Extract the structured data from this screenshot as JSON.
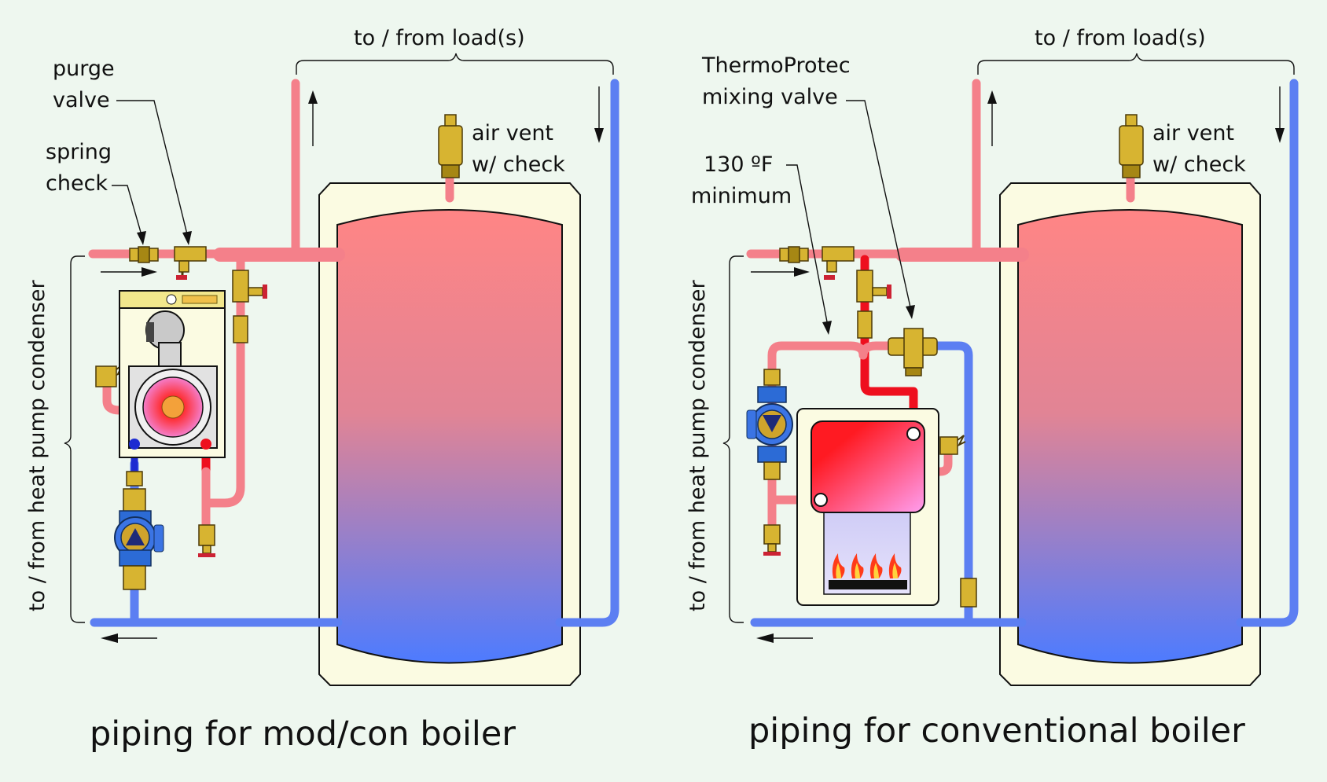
{
  "left": {
    "load_label": "to / from load(s)",
    "purge_line1": "purge",
    "purge_line2": "valve",
    "spring_line1": "spring",
    "spring_line2": "check",
    "vent_line1": "air vent",
    "vent_line2": "w/ check",
    "side_label": "to / from heat pump condenser",
    "title": "piping for mod/con boiler"
  },
  "right": {
    "load_label": "to / from load(s)",
    "valve_line1": "ThermoProtec",
    "valve_line2": "mixing valve",
    "min_line1": "130 ºF",
    "min_line2": "minimum",
    "vent_line1": "air vent",
    "vent_line2": "w/ check",
    "side_label": "to / from heat pump condenser",
    "title": "piping for conventional boiler"
  },
  "colors": {
    "hot_pipe": "#f4808a",
    "cold_pipe": "#5c7ff2",
    "tank_top": "#ff8585",
    "tank_bottom": "#4d7bff",
    "jacket": "#fbfbe2",
    "background": "#eef7ef"
  }
}
